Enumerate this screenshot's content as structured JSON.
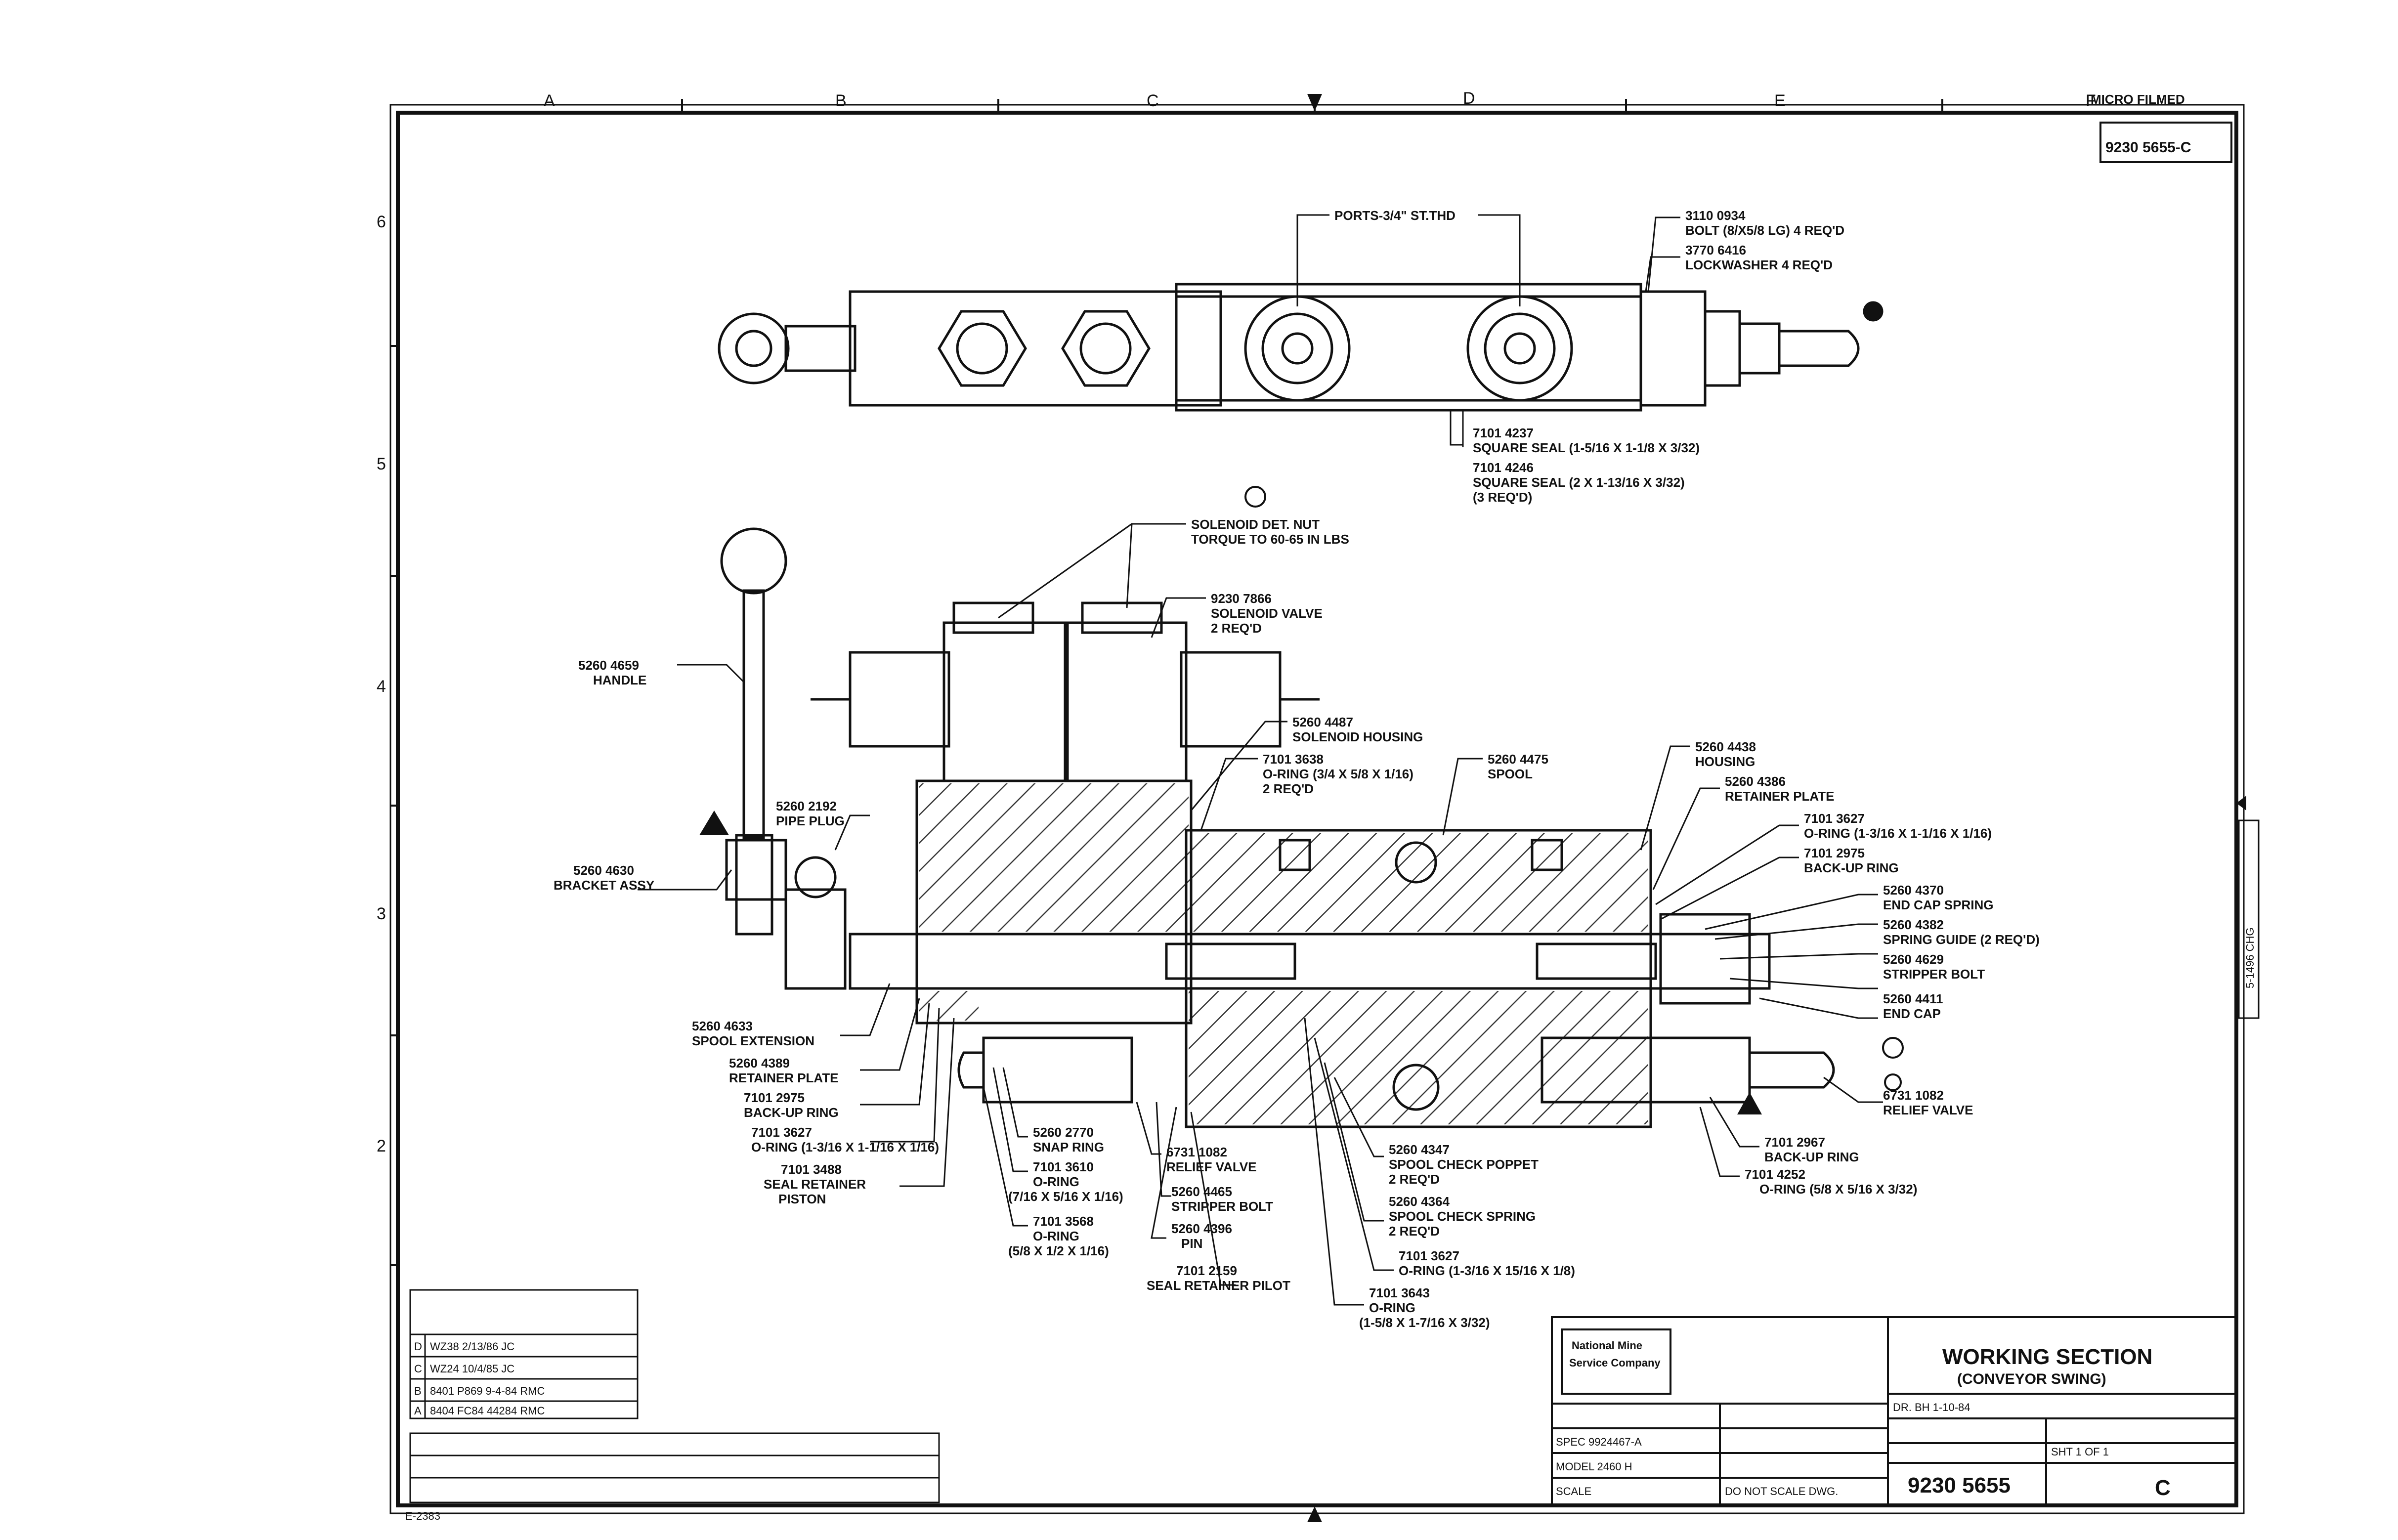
{
  "zones": {
    "columns": [
      "A",
      "B",
      "C",
      "D",
      "E",
      "F"
    ],
    "rows": [
      "6",
      "5",
      "4",
      "3",
      "2"
    ]
  },
  "corner_title": "9230 5655-C",
  "top_corner_text": "MICRO FILMED",
  "side_stamp": "5-1496 CHG",
  "callouts": {
    "ports": "PORTS-3/4\" ST.THD",
    "bolt": "3110 0934",
    "bolt_desc": "BOLT (8/X5/8 LG) 4 REQ'D",
    "lockwasher": "3770 6416",
    "lockwasher_desc": "LOCKWASHER 4 REQ'D",
    "sq_seal1": "7101 4237",
    "sq_seal1_desc": "SQUARE SEAL (1-5/16 X 1-1/8 X 3/32)",
    "sq_seal2": "7101 4246",
    "sq_seal2_desc": "SQUARE SEAL (2 X 1-13/16 X 3/32)",
    "sq_seal2_qty": "(3 REQ'D)",
    "sol_nut": "SOLENOID DET. NUT",
    "sol_torque": "TORQUE TO 60-65 IN LBS",
    "sol_valve": "9230 7866",
    "sol_valve_desc": "SOLENOID VALVE",
    "sol_valve_qty": "2 REQ'D",
    "handle": "5260 4659",
    "handle_desc": "HANDLE",
    "sol_housing": "5260 4487",
    "sol_housing_desc": "SOLENOID HOUSING",
    "oring1": "7101 3638",
    "oring1_desc": "O-RING (3/4 X 5/8 X 1/16)",
    "oring1_qty": "2 REQ'D",
    "spool": "5260 4475",
    "spool_desc": "SPOOL",
    "housing": "5260 4438",
    "housing_desc": "HOUSING",
    "ret_plate": "5260 4386",
    "ret_plate_desc": "RETAINER PLATE",
    "oring2": "7101 3627",
    "oring2_desc": "O-RING (1-3/16 X 1-1/16 X 1/16)",
    "backup": "7101 2975",
    "backup_desc": "BACK-UP RING",
    "end_cap_spring": "5260 4370",
    "end_cap_spring_desc": "END CAP SPRING",
    "spring_guide": "5260 4382",
    "spring_guide_desc": "SPRING GUIDE (2 REQ'D)",
    "stripper_bolt": "5260 4629",
    "stripper_bolt_desc": "STRIPPER BOLT",
    "end_cap": "5260 4411",
    "end_cap_desc": "END CAP",
    "relief": "6731 1082",
    "relief_desc": "RELIEF VALVE",
    "pipe_plug": "5260 2192",
    "pipe_plug_desc": "PIPE PLUG",
    "bracket": "5260 4630",
    "bracket_desc": "BRACKET ASSY",
    "spool_ext": "5260 4633",
    "spool_ext_desc": "SPOOL EXTENSION",
    "ret_plate2": "5260 4389",
    "ret_plate2_desc": "RETAINER PLATE",
    "backup2": "7101 2975",
    "backup2_desc": "BACK-UP RING",
    "oring3": "7101 3627",
    "oring3_desc": "O-RING (1-3/16 X 1-1/16 X 1/16)",
    "seal_ret": "7101 3488",
    "seal_ret_desc": "SEAL RETAINER",
    "seal_ret_desc2": "PISTON",
    "snap": "5260 2770",
    "snap_desc": "SNAP RING",
    "oring4": "7101 3610",
    "oring4_desc": "O-RING",
    "oring4_size": "(7/16 X 5/16 X 1/16)",
    "oring5": "7101 3568",
    "oring5_desc": "O-RING",
    "oring5_size": "(5/8 X 1/2 X 1/16)",
    "relief2": "6731 1082",
    "relief2_desc": "RELIEF VALVE",
    "stripper2": "5260 4465",
    "stripper2_desc": "STRIPPER BOLT",
    "pin": "5260 4396",
    "pin_desc": "PIN",
    "seal_pilot": "7101 2159",
    "seal_pilot_desc": "SEAL RETAINER PILOT",
    "check_poppet": "5260 4347",
    "check_poppet_desc": "SPOOL CHECK POPPET",
    "check_poppet_qty": "2 REQ'D",
    "check_spring": "5260 4364",
    "check_spring_desc": "SPOOL CHECK SPRING",
    "check_spring_qty": "2 REQ'D",
    "oring6": "7101 3627",
    "oring6_desc": "O-RING (1-3/16 X 15/16 X 1/8)",
    "oring7": "7101 3643",
    "oring7_desc": "O-RING",
    "oring7_size": "(1-5/8 X 1-7/16 X 3/32)",
    "backup3": "7101 2967",
    "backup3_desc": "BACK-UP RING",
    "oring8": "7101 4252",
    "oring8_desc": "O-RING (5/8 X 5/16 X 3/32)"
  },
  "revisions": [
    {
      "rev": "D",
      "text": "WZ38  2/13/86  JC"
    },
    {
      "rev": "C",
      "text": "WZ24  10/4/85  JC"
    },
    {
      "rev": "B",
      "text": "8401 P869  9-4-84 RMC"
    },
    {
      "rev": "A",
      "text": "8404 FC84 44284 RMC"
    }
  ],
  "title_block": {
    "company": "National Mine",
    "company2": "Service Company",
    "title": "WORKING SECTION",
    "subtitle": "(CONVEYOR SWING)",
    "drawing_no": "9230 5655",
    "rev": "C",
    "spec": "SPEC 9924467-A",
    "model": "MODEL 2460 H",
    "scale": "SCALE",
    "note": "DO NOT SCALE DWG.",
    "drawn": "DR. BH 1-10-84",
    "sheet": "SHT 1 OF 1"
  },
  "footer_code": "E-2383"
}
